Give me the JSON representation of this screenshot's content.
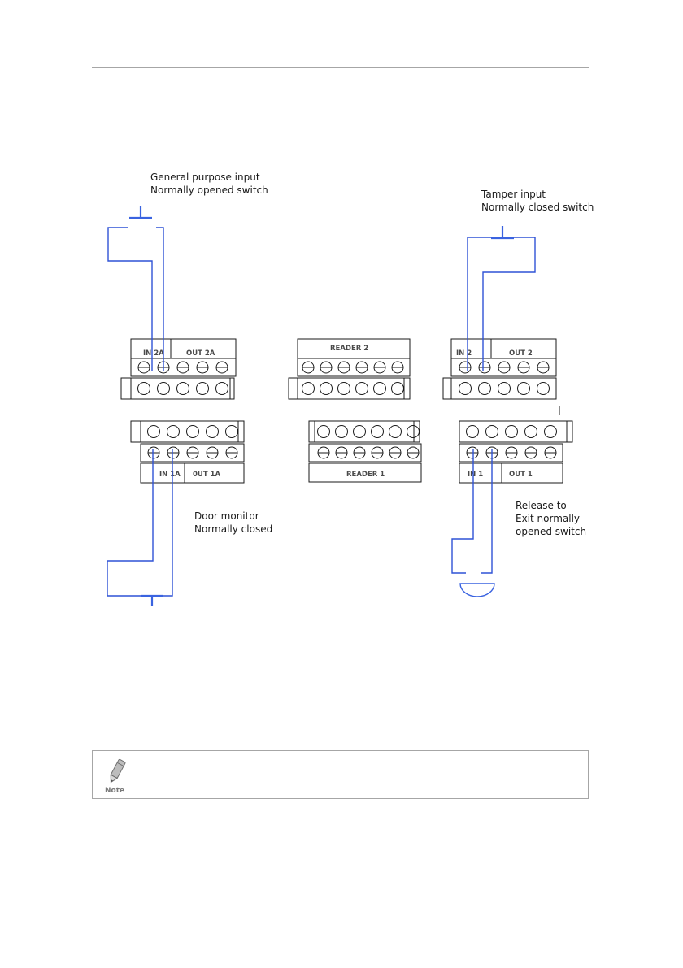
{
  "labels": {
    "general_purpose": [
      "General purpose input",
      "Normally opened switch"
    ],
    "tamper": [
      "Tamper input",
      "Normally closed switch"
    ],
    "door_monitor": [
      "Door monitor",
      "Normally closed"
    ],
    "release": [
      "Release to",
      "Exit normally",
      "opened switch"
    ]
  },
  "terminals": {
    "in2a": "IN 2A",
    "out2a": "OUT 2A",
    "reader2": "READER 2",
    "in2": "IN 2",
    "out2": "OUT 2",
    "in1a": "IN 1A",
    "out1a": "0UT 1A",
    "reader1": "READER 1",
    "in1": "IN 1",
    "out1": "OUT 1"
  },
  "note": {
    "label": "Note",
    "icon": "pencil-icon"
  },
  "colors": {
    "wire": "#2f52d6",
    "switch": "#3a63e0",
    "border": "#1a1a1a"
  }
}
